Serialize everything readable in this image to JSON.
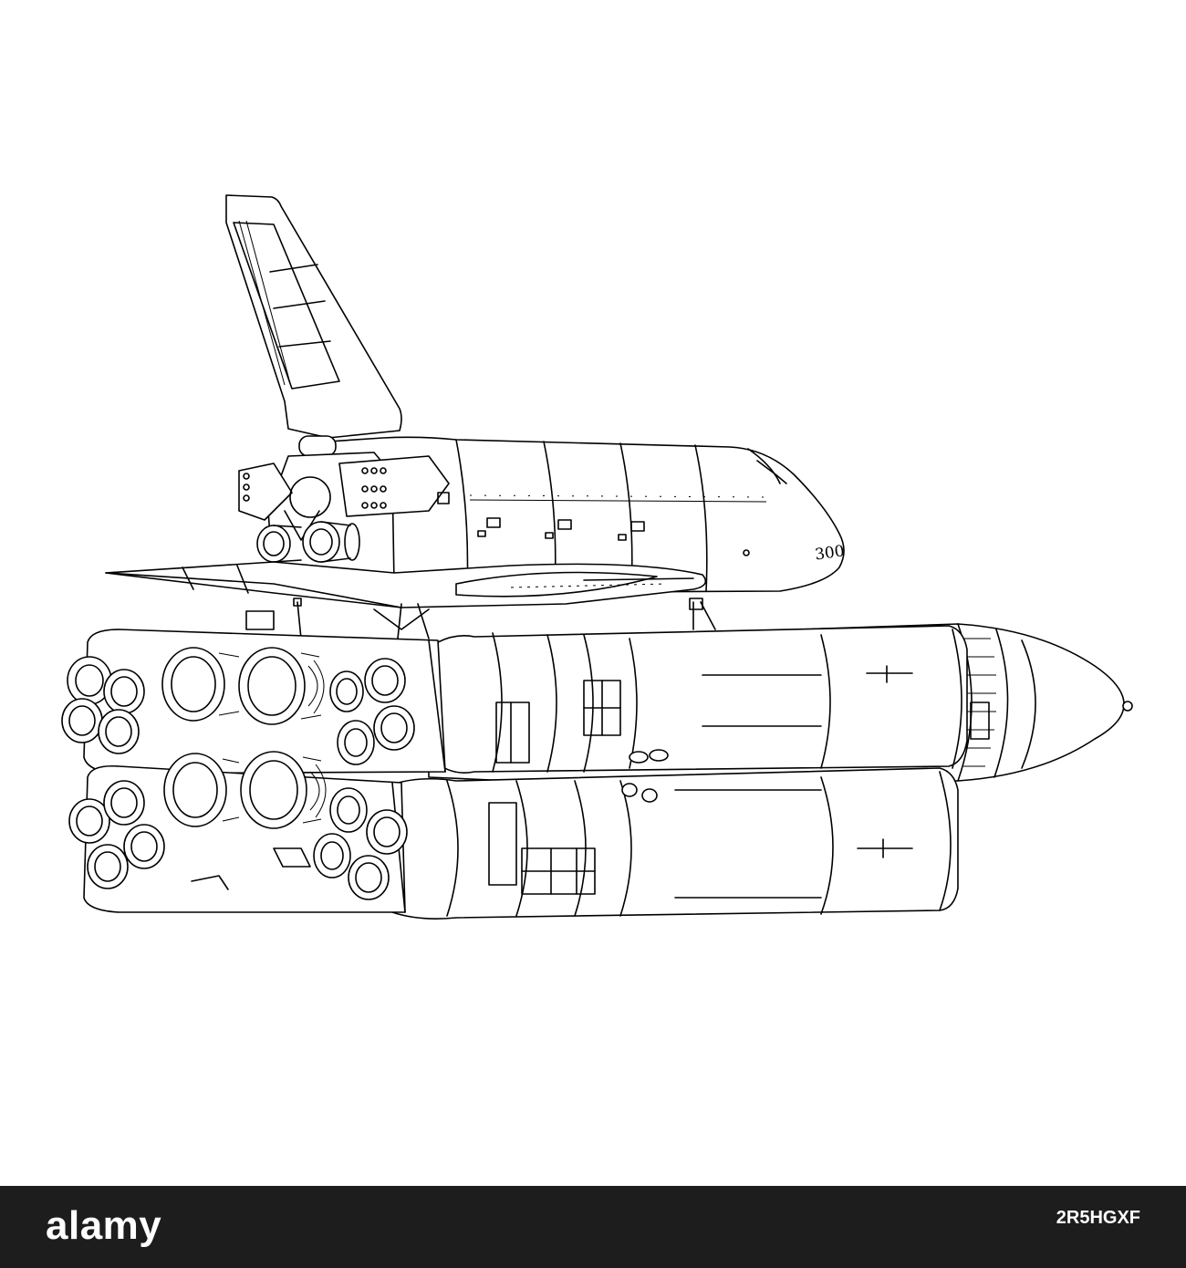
{
  "illustration": {
    "subject_icon": "shuttle-on-rocket-lineart",
    "hull_number": "300",
    "line_color": "#000000",
    "background_color": "#ffffff"
  },
  "watermark_bar": {
    "brand": "alamy",
    "image_id": "2R5HGXF",
    "background_color": "#1d1d1d",
    "text_color": "#ffffff"
  }
}
